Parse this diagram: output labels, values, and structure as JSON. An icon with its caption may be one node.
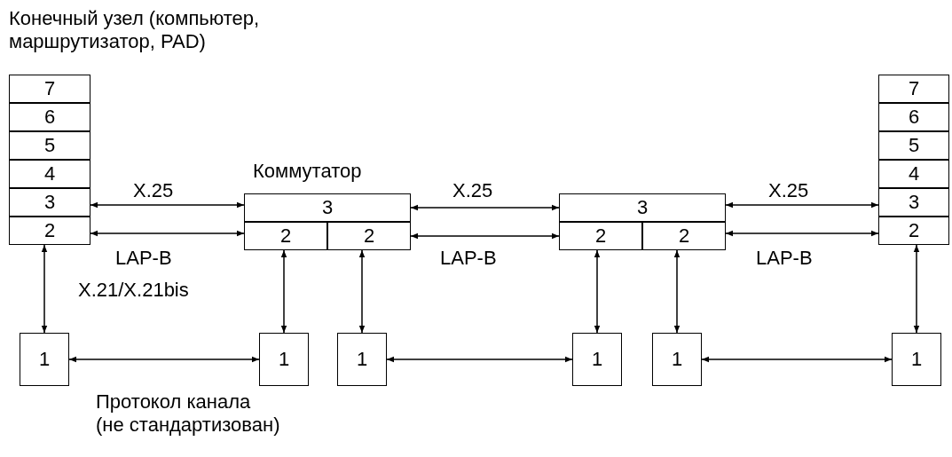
{
  "diagram": {
    "nodes": [
      {
        "text": [
          "7"
        ]
      },
      {
        "text": [
          "6"
        ]
      },
      {
        "text": [
          "5"
        ]
      },
      {
        "text": [
          "4"
        ]
      },
      {
        "text": [
          "3"
        ]
      },
      {
        "text": [
          "2"
        ]
      },
      {
        "text": [
          "3"
        ],
        "beside": [
          "Коммутатор"
        ]
      },
      {
        "text": [
          "2"
        ]
      },
      {
        "text": [
          "2"
        ]
      },
      {
        "text": [
          "3"
        ]
      },
      {
        "text": [
          "2"
        ]
      },
      {
        "text": [
          "2"
        ]
      },
      {
        "text": [
          "7"
        ]
      },
      {
        "text": [
          "6"
        ]
      },
      {
        "text": [
          "5"
        ]
      },
      {
        "text": [
          "4"
        ]
      },
      {
        "text": [
          "3"
        ]
      },
      {
        "text": [
          "2"
        ]
      },
      {
        "text": [
          "1"
        ]
      },
      {
        "text": [
          "1"
        ]
      },
      {
        "text": [
          "1"
        ]
      },
      {
        "text": [
          "1"
        ]
      },
      {
        "text": [
          "1"
        ]
      },
      {
        "text": [
          "1"
        ]
      }
    ],
    "edges": [
      {
        "from": 4,
        "to": 6,
        "arrow": "both",
        "label": "X.25"
      },
      {
        "from": 6,
        "to": 9,
        "arrow": "both",
        "label": "X.25"
      },
      {
        "from": 9,
        "to": 16,
        "arrow": "both",
        "label": "X.25"
      },
      {
        "from": 5,
        "to": 7,
        "arrow": "both",
        "label": "LAP-B"
      },
      {
        "from": 8,
        "to": 10,
        "arrow": "both",
        "label": "LAP-B"
      },
      {
        "from": 11,
        "to": 17,
        "arrow": "both",
        "label": "LAP-B"
      },
      {
        "from": 5,
        "to": 18,
        "arrow": "both",
        "label": "X.21/X.21bis"
      },
      {
        "from": 7,
        "to": 19,
        "arrow": "both"
      },
      {
        "from": 8,
        "to": 20,
        "arrow": "both"
      },
      {
        "from": 10,
        "to": 21,
        "arrow": "both"
      },
      {
        "from": 11,
        "to": 22,
        "arrow": "both"
      },
      {
        "from": 17,
        "to": 23,
        "arrow": "both"
      },
      {
        "from": 18,
        "to": 19,
        "arrow": "both",
        "label": "Протокол канала (не стандартизован)"
      },
      {
        "from": 20,
        "to": 21,
        "arrow": "both"
      },
      {
        "from": 22,
        "to": 23,
        "arrow": "both"
      }
    ],
    "labels": [
      "Конечный узел (компьютер, маршрутизатор, PAD)"
    ]
  }
}
